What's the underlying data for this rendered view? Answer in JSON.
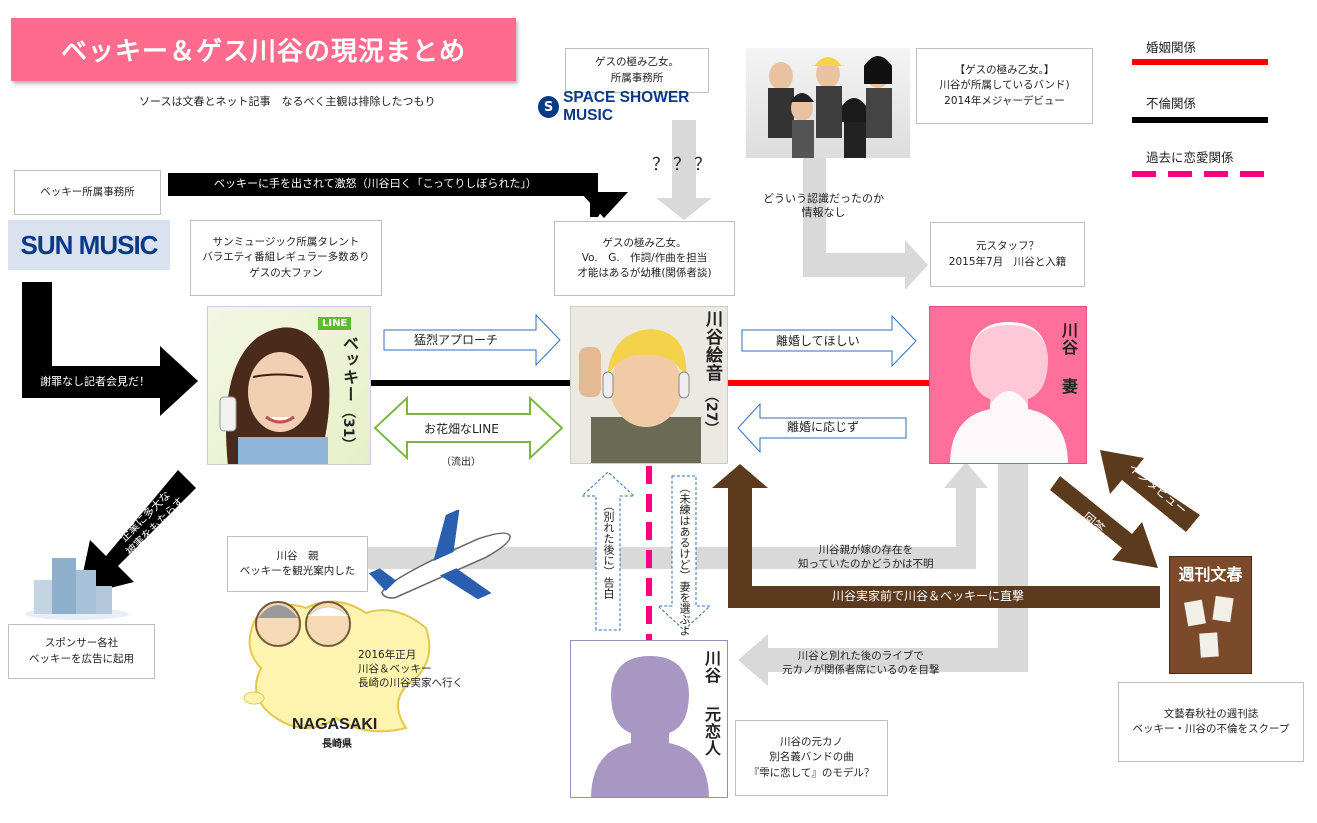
{
  "title": "ベッキー＆ゲス川谷の現況まとめ",
  "subtitle": "ソースは文春とネット記事　なるべく主観は排除したつもり",
  "legend": {
    "marriage": "婚姻関係",
    "affair": "不倫関係",
    "past": "過去に恋愛関係",
    "colors": {
      "marriage": "#ff0000",
      "affair": "#000000",
      "past": "#ff007f"
    }
  },
  "logos": {
    "sunmusic": "SUN MUSIC",
    "spaceshower": "SPACE SHOWER MUSIC",
    "bunshun": "週刊文春"
  },
  "boxes": {
    "becky_agency": "ベッキー所属事務所",
    "becky_info": [
      "サンミュージック所属タレント",
      "バラエティ番組レギュラー多数あり",
      "",
      "ゲスの大ファン"
    ],
    "gesu_agency": [
      "ゲスの極み乙女。",
      "所属事務所"
    ],
    "kawatani_info": [
      "ゲスの極み乙女。",
      "Vo.　G.　作詞/作曲を担当",
      "",
      "才能はあるが幼稚(関係者談)"
    ],
    "band_info": [
      "【ゲスの極み乙女。】",
      "川谷が所属しているバンド)",
      "",
      "2014年メジャーデビュー"
    ],
    "wife_info": [
      "元スタッフ？",
      "",
      "2015年7月　川谷と入籍"
    ],
    "parents": [
      "川谷　親",
      "",
      "ベッキーを観光案内した"
    ],
    "sponsors": [
      "スポンサー各社",
      "",
      "ベッキーを広告に起用"
    ],
    "ex_info": [
      "川谷の元カノ",
      "",
      "別名義バンドの曲",
      "『雫に恋して』のモデル？"
    ],
    "bunshun_info": [
      "文藝春秋社の週刊誌",
      "",
      "ベッキー・川谷の不倫をスクープ"
    ]
  },
  "people": {
    "becky": "ベッキー",
    "becky_age": "31",
    "kawatani": "川谷絵音",
    "kawatani_age": "27",
    "wife_name": "川谷",
    "wife_role": "妻",
    "ex_name": "川谷",
    "ex_role": "元恋人"
  },
  "arrows": {
    "agency_angry": "ベッキーに手を出されて激怒（川谷曰く「こってりしぼられた」）",
    "unknown": "？？？",
    "no_apology": "謝罪なし記者会見だ！",
    "damage": "企業に多大な\n被害をもたらす",
    "approach": "猛烈アプローチ",
    "line_chat": "お花畑なLINE",
    "leaked": "（流出）",
    "want_divorce": "離婚してほしい",
    "accept_divorce": "離婚に応じず",
    "recognition": "どういう認識だったのか\n情報なし",
    "confessed": "（別れた後に）告白",
    "chose_wife": "（未練はあるけど）妻を選ぶよ",
    "parents_knew": "川谷親が嫁の存在を\n知っていたのかどうかは不明",
    "confront": "川谷実家前で川谷＆ベッキーに直撃",
    "interview": "インタビュー",
    "answer": "回答",
    "saw_ex": "川谷と別れた後のライブで\n元カノが関係者席にいるのを目撃",
    "trip": "2016年正月\n川谷＆ベッキー\n長崎の川谷実家へ行く"
  },
  "map": {
    "name": "NAGASAKI",
    "name_jp": "長崎県"
  },
  "line_logo": "LINE"
}
